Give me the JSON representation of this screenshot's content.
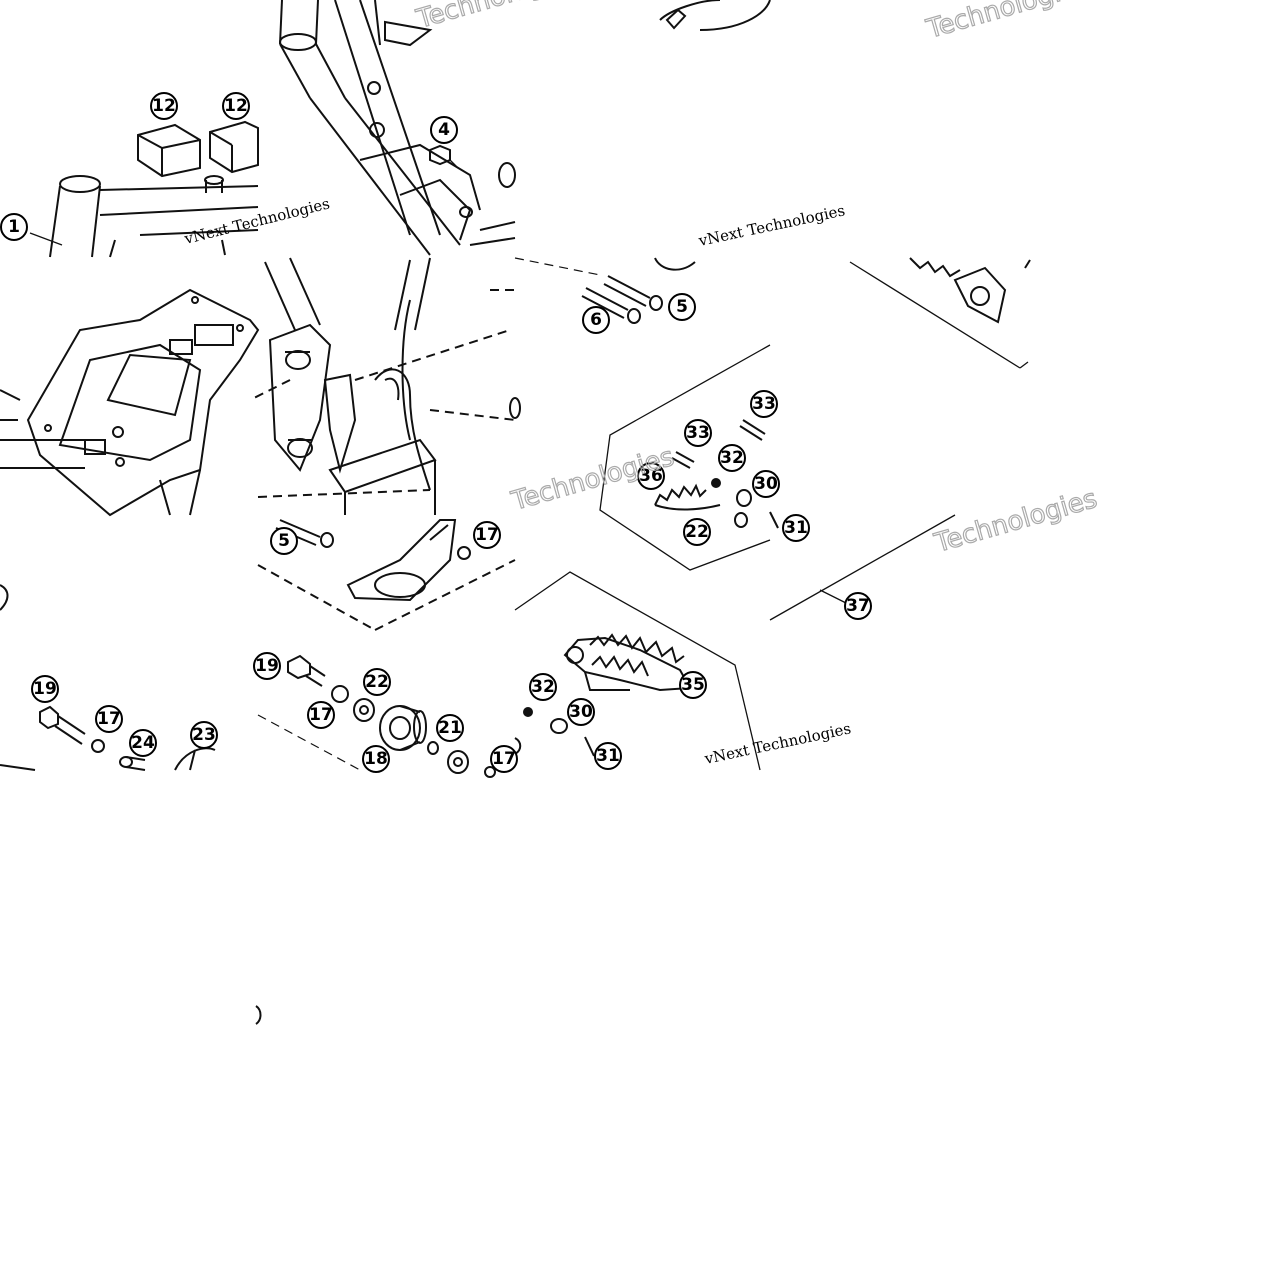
{
  "diagram": {
    "callouts": [
      "1",
      "4",
      "5",
      "5",
      "6",
      "12",
      "12",
      "17",
      "17",
      "17",
      "17",
      "18",
      "19",
      "19",
      "21",
      "22",
      "22",
      "23",
      "24",
      "30",
      "30",
      "31",
      "31",
      "32",
      "32",
      "33",
      "33",
      "35",
      "36",
      "37"
    ],
    "watermark_serif": "vNext Technologies",
    "watermark_outline": "Technologies",
    "colors": {
      "line": "#111111",
      "watermark": "#aaaaaa",
      "background": "#ffffff"
    }
  }
}
